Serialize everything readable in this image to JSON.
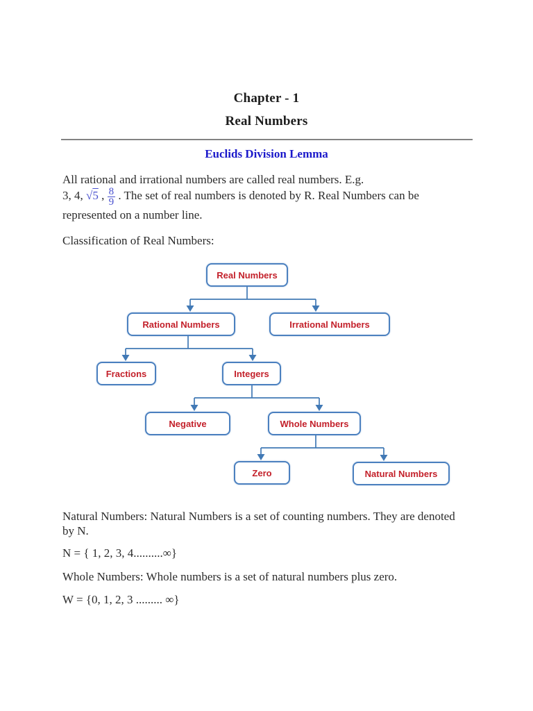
{
  "document": {
    "chapter_title": "Chapter - 1",
    "chapter_subtitle": "Real Numbers",
    "section_heading": "Euclids Division Lemma"
  },
  "intro": {
    "line1": "All rational and irrational numbers are called real numbers. E.g.",
    "examples_prefix": "3, 4,",
    "sqrt_radical": "√",
    "sqrt_radicand": "5",
    "separator": ",",
    "fraction": {
      "numerator": "8",
      "denominator": "9"
    },
    "after_math": ". The set of real numbers is denoted by R. Real Numbers can be represented on a number line.",
    "classification_label": "Classification of Real Numbers:"
  },
  "diagram": {
    "type": "tree",
    "nodes": {
      "real": "Real Numbers",
      "rational": "Rational Numbers",
      "irrational": "Irrational Numbers",
      "fractions": "Fractions",
      "integers": "Integers",
      "negative": "Negative",
      "whole": "Whole Numbers",
      "zero": "Zero",
      "natural": "Natural Numbers"
    },
    "edges": [
      [
        "Real Numbers",
        "Rational Numbers"
      ],
      [
        "Real Numbers",
        "Irrational Numbers"
      ],
      [
        "Rational Numbers",
        "Fractions"
      ],
      [
        "Rational Numbers",
        "Integers"
      ],
      [
        "Integers",
        "Negative"
      ],
      [
        "Integers",
        "Whole Numbers"
      ],
      [
        "Whole Numbers",
        "Zero"
      ],
      [
        "Whole Numbers",
        "Natural Numbers"
      ]
    ],
    "colors": {
      "box_border": "#4b80bf",
      "box_label": "#c3202a",
      "connector": "#4179b5"
    }
  },
  "definitions": {
    "natural_def": "Natural Numbers: Natural Numbers is a set of counting numbers. They are denoted by N.",
    "natural_set": "N = { 1, 2, 3, 4..........∞}",
    "whole_def": "Whole Numbers: Whole numbers is a set of natural numbers plus zero.",
    "whole_set": "W = {0, 1, 2, 3 ......... ∞}"
  },
  "colors": {
    "heading_blue": "#1b19ca",
    "math_blue": "#4850cf",
    "body_text": "#2b2b2b",
    "rule_gray": "#828282"
  }
}
